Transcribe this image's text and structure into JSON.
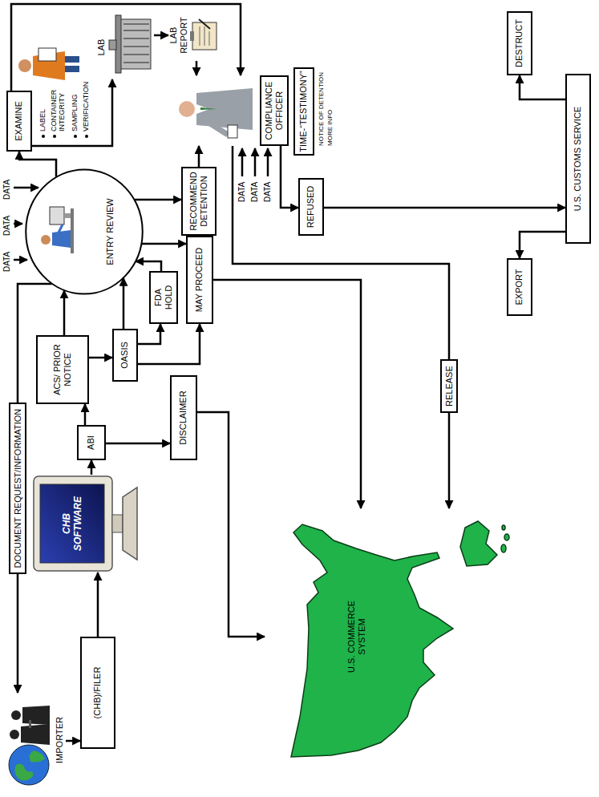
{
  "diagram": {
    "nodes": [
      {
        "text": [
          "IMPORTER"
        ]
      },
      {
        "text": [
          "(CHB)/FILER"
        ]
      },
      {
        "text": [
          "CHB SOFTWARE"
        ]
      },
      {
        "text": [
          "ABI"
        ]
      },
      {
        "text": [
          "ACS/ PRIOR NOTICE"
        ]
      },
      {
        "text": [
          "OASIS"
        ]
      },
      {
        "text": [
          "ENTRY REVIEW"
        ]
      },
      {
        "text": [
          "FDA HOLD"
        ]
      },
      {
        "text": [
          "MAY PROCEED"
        ]
      },
      {
        "text": [
          "DISCLAIMER"
        ]
      },
      {
        "text": [
          "RECOMMEND DETENTION"
        ]
      },
      {
        "text": [
          "EXAMINE"
        ]
      },
      {
        "text": [
          "LAB"
        ]
      },
      {
        "text": [
          "LAB REPORT"
        ]
      },
      {
        "text": [
          "COMPLIANCE OFFICER"
        ]
      },
      {
        "text": [
          "TIME-“TESTIMONY”"
        ]
      },
      {
        "text": [
          "REFUSED"
        ]
      },
      {
        "text": [
          "U.S. CUSTOMS SERVICE"
        ]
      },
      {
        "text": [
          "EXPORT"
        ]
      },
      {
        "text": [
          "DESTRUCT"
        ]
      },
      {
        "text": [
          "U.S. COMMERCE SYSTEM"
        ]
      }
    ],
    "edges": [
      {
        "from": 0,
        "to": 1,
        "arrow": "to"
      },
      {
        "from": 1,
        "to": 2,
        "arrow": "to"
      },
      {
        "from": 2,
        "to": 3,
        "arrow": "to"
      },
      {
        "from": 3,
        "to": 4,
        "arrow": "to"
      },
      {
        "from": 3,
        "to": 9,
        "arrow": "to"
      },
      {
        "from": 4,
        "to": 5,
        "arrow": "to"
      },
      {
        "from": 4,
        "to": 6,
        "arrow": "to"
      },
      {
        "from": 5,
        "to": 6,
        "arrow": "to"
      },
      {
        "from": 5,
        "to": 7,
        "arrow": "to"
      },
      {
        "from": 5,
        "to": 8,
        "arrow": "to"
      },
      {
        "from": 7,
        "to": 6,
        "arrow": "to"
      },
      {
        "from": 6,
        "to": 8,
        "arrow": "to"
      },
      {
        "from": 6,
        "to": 10,
        "arrow": "to"
      },
      {
        "from": 6,
        "to": 11,
        "arrow": "to"
      },
      {
        "from": 6,
        "to": 0,
        "label": "DOCUMENT REQUEST/INFORMATION",
        "arrow": "to"
      },
      {
        "from": 11,
        "to": 12,
        "arrow": "to"
      },
      {
        "from": 12,
        "to": 13,
        "arrow": "to"
      },
      {
        "from": 13,
        "to": 14,
        "arrow": "to"
      },
      {
        "from": 11,
        "to": 14,
        "arrow": "to"
      },
      {
        "from": 10,
        "to": 14,
        "arrow": "to"
      },
      {
        "from": 14,
        "to": 16,
        "arrow": "to"
      },
      {
        "from": 14,
        "to": 20,
        "label": "RELEASE",
        "arrow": "to"
      },
      {
        "from": 16,
        "to": 17,
        "arrow": "to"
      },
      {
        "from": 17,
        "to": 18,
        "arrow": "to"
      },
      {
        "from": 17,
        "to": 19,
        "arrow": "to"
      },
      {
        "from": 9,
        "to": 20,
        "arrow": "to"
      },
      {
        "from": 8,
        "to": 20,
        "arrow": "to"
      }
    ],
    "labels": [
      "DATA",
      "DATA",
      "DATA",
      "LABEL",
      "CONTAINER INTEGRITY",
      "SAMPLING",
      "VERIFICATION",
      "DATA",
      "DATA",
      "DATA",
      "NOTICE OF DETENTION",
      "MORE INFO"
    ]
  }
}
